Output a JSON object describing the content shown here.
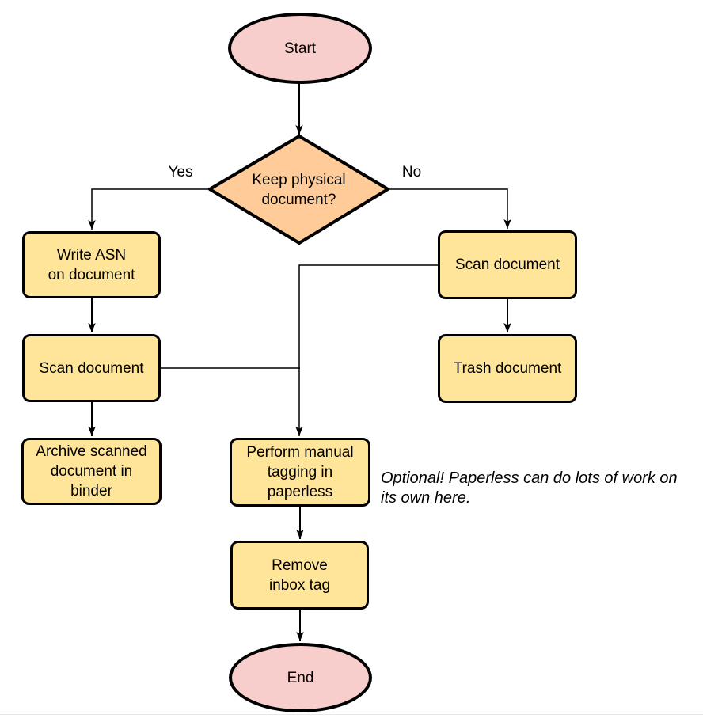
{
  "diagram": {
    "colors": {
      "terminator_fill": "#f8cecc",
      "decision_fill": "#ffcc99",
      "process_fill": "#ffe599",
      "stroke": "#000000"
    },
    "nodes": {
      "start": {
        "type": "terminator",
        "label": "Start"
      },
      "keep_physical": {
        "type": "decision",
        "lines": [
          "Keep physical",
          "document?"
        ]
      },
      "write_asn": {
        "type": "process",
        "lines": [
          "Write ASN",
          "on document"
        ]
      },
      "scan_document_left": {
        "type": "process",
        "lines": [
          "Scan document"
        ]
      },
      "archive_scanned": {
        "type": "process",
        "lines": [
          "Archive scanned",
          "document in",
          "binder"
        ]
      },
      "scan_document_right": {
        "type": "process",
        "lines": [
          "Scan document"
        ]
      },
      "trash_document": {
        "type": "process",
        "lines": [
          "Trash document"
        ]
      },
      "manual_tagging": {
        "type": "process",
        "lines": [
          "Perform manual",
          "tagging in",
          "paperless"
        ]
      },
      "remove_inbox_tag": {
        "type": "process",
        "lines": [
          "Remove",
          "inbox tag"
        ]
      },
      "end": {
        "type": "terminator",
        "label": "End"
      }
    },
    "edge_labels": {
      "yes": "Yes",
      "no": "No"
    },
    "note": {
      "lines": [
        "Optional! Paperless can do lots of work on",
        "its own here."
      ]
    }
  }
}
